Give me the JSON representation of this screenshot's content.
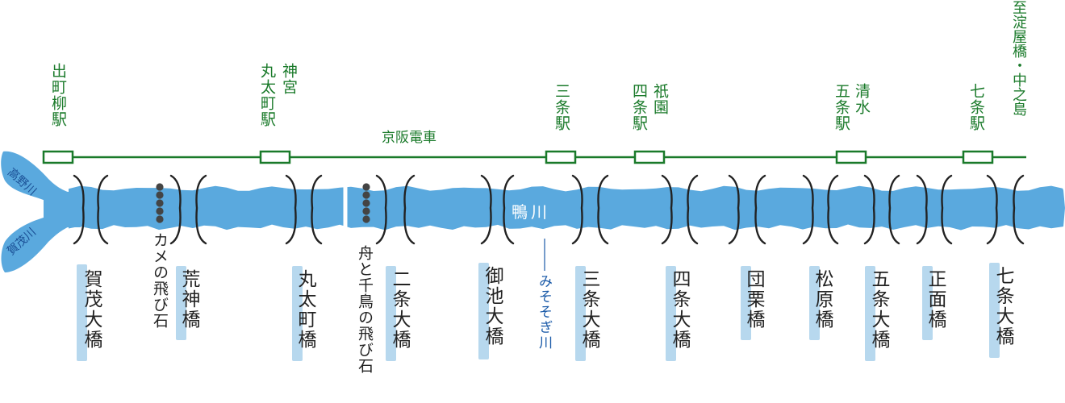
{
  "railway": {
    "name": "京阪電車",
    "color": "#1a7a2a",
    "terminus": "至淀屋橋・中之島"
  },
  "stations": [
    {
      "id": "demachiyanagi",
      "label": "出町柳駅"
    },
    {
      "id": "jingu-marutamachi",
      "label_left": "丸太町駅",
      "label_right": "神宮"
    },
    {
      "id": "sanjo",
      "label": "三条駅"
    },
    {
      "id": "gion-shijo",
      "label_left": "四条駅",
      "label_right": "祇園"
    },
    {
      "id": "kiyomizu-gojo",
      "label_left": "五条駅",
      "label_right": "清水"
    },
    {
      "id": "shichijo",
      "label": "七条駅"
    }
  ],
  "river": {
    "name": "鴨川",
    "color": "#5aa9de",
    "tributaries": [
      "高野川",
      "賀茂川"
    ],
    "ditch": "みそそぎ川",
    "ditch_color": "#1a5aa8"
  },
  "bridges": [
    {
      "id": "kamo-ohashi",
      "label": "賀茂大橋"
    },
    {
      "id": "kojin-bashi",
      "label": "荒神橋"
    },
    {
      "id": "marutamachi-bashi",
      "label": "丸太町橋"
    },
    {
      "id": "nijo-ohashi",
      "label": "二条大橋"
    },
    {
      "id": "oike-ohashi",
      "label": "御池大橋"
    },
    {
      "id": "sanjo-ohashi",
      "label": "三条大橋"
    },
    {
      "id": "shijo-ohashi",
      "label": "四条大橋"
    },
    {
      "id": "danguri-bashi",
      "label": "団栗橋"
    },
    {
      "id": "matsubara-bashi",
      "label": "松原橋"
    },
    {
      "id": "gojo-ohashi",
      "label": "五条大橋"
    },
    {
      "id": "shomen-bashi",
      "label": "正面橋"
    },
    {
      "id": "shichijo-ohashi",
      "label": "七条大橋"
    }
  ],
  "stepping_stones": [
    {
      "id": "kame",
      "label": "カメの飛び石"
    },
    {
      "id": "fune-chidori",
      "label": "舟と千鳥の飛び石"
    }
  ],
  "colors": {
    "river": "#5aa9de",
    "highlight": "#b7d8ee",
    "railway": "#1a7a2a",
    "bridge": "#222222"
  }
}
